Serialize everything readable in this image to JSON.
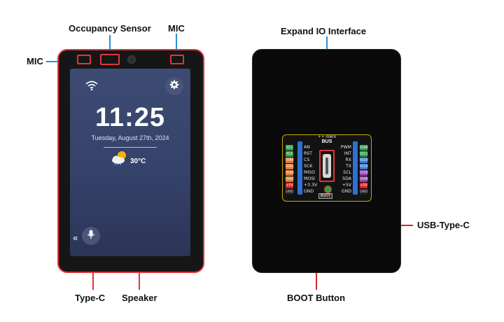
{
  "labels": {
    "occupancy": "Occupancy Sensor",
    "mic_top": "MIC",
    "mic_left": "MIC",
    "type_c": "Type-C",
    "speaker": "Speaker",
    "expand_io": "Expand IO Interface",
    "usb_type_c": "USB-Type-C",
    "boot_button": "BOOT Button"
  },
  "screen": {
    "time": "11:25",
    "date": "Tuesday, August 27th, 2024",
    "temperature": "30°C",
    "icons": [
      "wifi-icon",
      "gear-icon",
      "weather-cloud-sun-icon",
      "microphone-icon",
      "chevron-left-double-icon"
    ]
  },
  "board": {
    "bus_label": "BUS",
    "mikro_label": "mikro",
    "boot_label": "BOOT",
    "left_pin_badges": [
      "IO1",
      "IO2",
      "IO44",
      "IO41",
      "IO40",
      "IO42",
      "+5V",
      "GND"
    ],
    "left_pin_labels": [
      "AN",
      "RST",
      "CS",
      "SCK",
      "MISO",
      "MOSI",
      "+3.3V",
      "GND"
    ],
    "right_pin_labels": [
      "PWM",
      "INT",
      "RX",
      "TX",
      "SCL",
      "SDA",
      "+5V",
      "GND"
    ],
    "right_pin_badges": [
      "IO46",
      "IO11",
      "IO20",
      "IO19",
      "IO38",
      "IO48",
      "+5V",
      "GND"
    ]
  },
  "colors": {
    "highlight_red": "#e0353c",
    "screen_blue": "#3d4b72",
    "callout_line_blue": "#2b8fd6",
    "callout_line_red": "#d8262e"
  }
}
